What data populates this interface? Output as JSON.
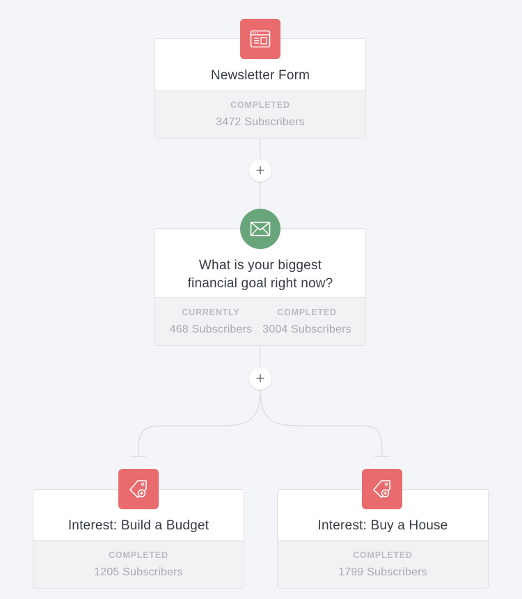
{
  "nodes": {
    "form": {
      "title": "Newsletter Form",
      "icon": "browser-form-icon",
      "stats": [
        {
          "label": "COMPLETED",
          "value": "3472 Subscribers"
        }
      ]
    },
    "email": {
      "title_line1": "What is your biggest",
      "title_line2": "financial goal right now?",
      "icon": "envelope-icon",
      "stats": [
        {
          "label": "CURRENTLY",
          "value": "468 Subscribers"
        },
        {
          "label": "COMPLETED",
          "value": "3004 Subscribers"
        }
      ]
    },
    "tag_budget": {
      "title": "Interest: Build a Budget",
      "icon": "tag-add-icon",
      "stats": [
        {
          "label": "COMPLETED",
          "value": "1205 Subscribers"
        }
      ]
    },
    "tag_house": {
      "title": "Interest: Buy a House",
      "icon": "tag-add-icon",
      "stats": [
        {
          "label": "COMPLETED",
          "value": "1799 Subscribers"
        }
      ]
    }
  },
  "add_step": {
    "label": "+"
  },
  "colors": {
    "background": "#f4f5f9",
    "badge_red": "#e96b6d",
    "badge_green": "#68a57a",
    "connector": "#d6d8de"
  }
}
